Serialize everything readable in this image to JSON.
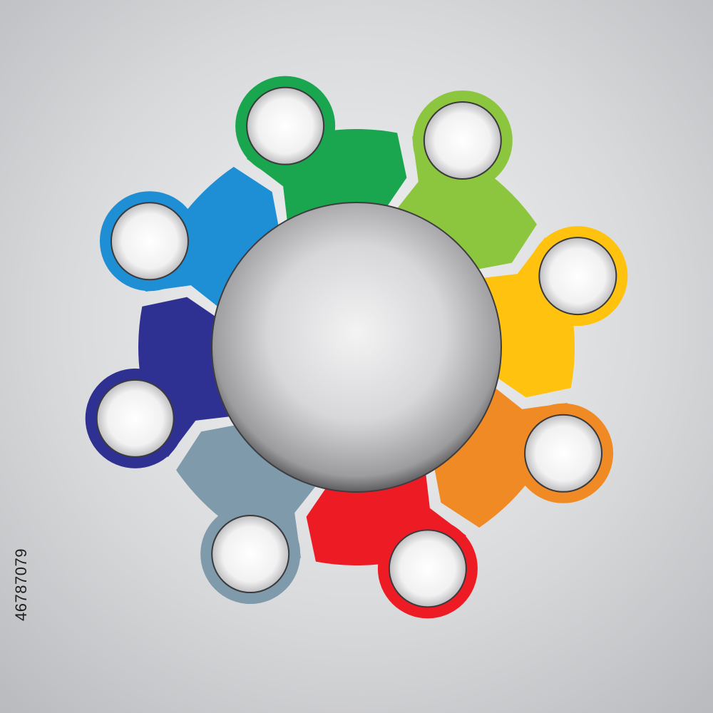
{
  "diagram": {
    "hub_fill": "#e6e6e8",
    "node_fill": "#f2f2f2",
    "nodes": [
      {
        "name": "dark-green",
        "color": "#1aa64e"
      },
      {
        "name": "lime-green",
        "color": "#8cc63f"
      },
      {
        "name": "yellow",
        "color": "#ffc20e"
      },
      {
        "name": "orange",
        "color": "#f08a24"
      },
      {
        "name": "red",
        "color": "#ed1c24"
      },
      {
        "name": "gray-blue",
        "color": "#7f9aab"
      },
      {
        "name": "navy-blue",
        "color": "#2e3192"
      },
      {
        "name": "light-blue",
        "color": "#1e8fd4"
      }
    ]
  },
  "stock_id": "46787079"
}
